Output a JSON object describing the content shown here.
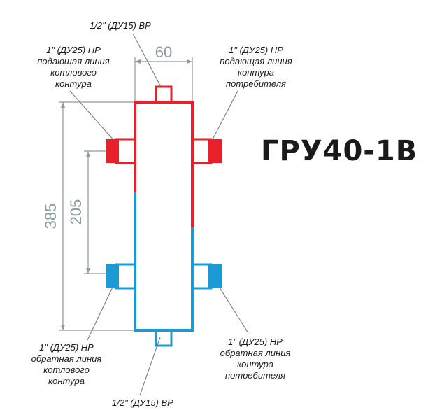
{
  "title": "ГРУ40-1В",
  "colors": {
    "supply": "#e8202a",
    "return": "#1b9ad6",
    "dimension": "#8a9ba0",
    "leader": "#7a7a7a"
  },
  "dimensions": {
    "width": "60",
    "height_total": "385",
    "height_between": "205"
  },
  "labels": {
    "top_port": "1/2\" (ДУ15) ВР",
    "bottom_port": "1/2\" (ДУ15) ВР",
    "boiler_supply": [
      "1\" (ДУ25) НР",
      "подающая линия",
      "котлового",
      "контура"
    ],
    "consumer_supply": [
      "1\" (ДУ25) НР",
      "подающая линия",
      "контура",
      "потребителя"
    ],
    "boiler_return": [
      "1\" (ДУ25) НР",
      "обратная линия",
      "котлового",
      "контура"
    ],
    "consumer_return": [
      "1\" (ДУ25) НР",
      "обратная линия",
      "контура",
      "потребителя"
    ]
  }
}
